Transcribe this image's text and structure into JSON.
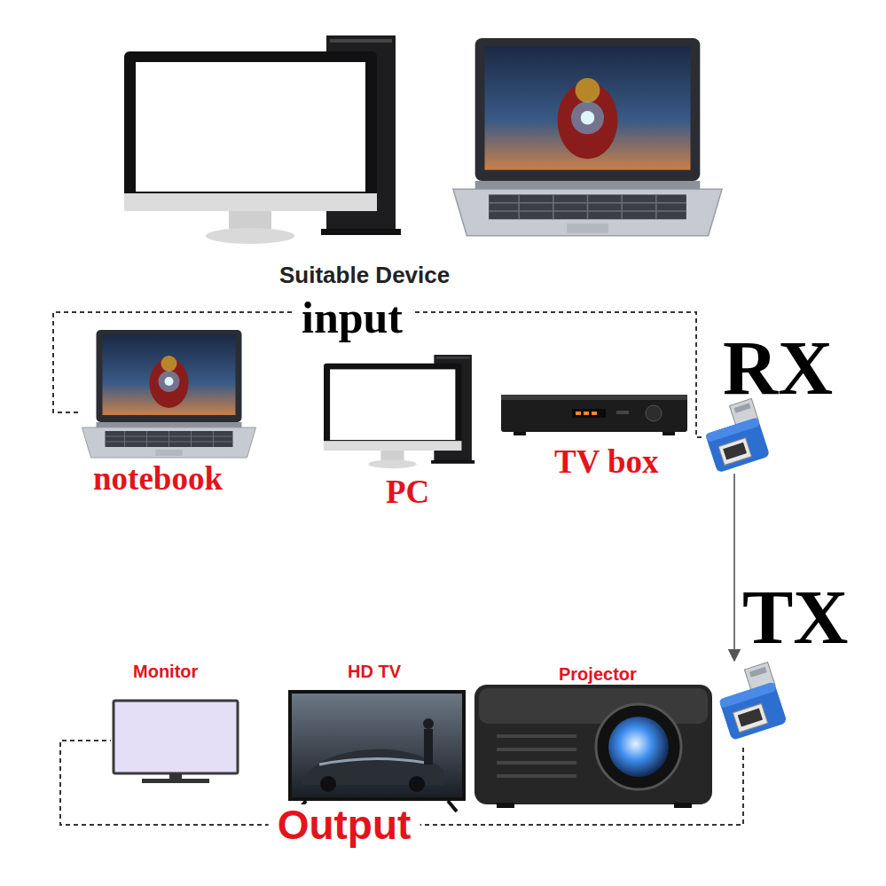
{
  "diagram": {
    "nodes": [
      {
        "text": [
          "notebook"
        ]
      },
      {
        "text": [
          "PC"
        ]
      },
      {
        "text": [
          "TV box"
        ]
      },
      {
        "text": [
          "RX"
        ]
      },
      {
        "text": [
          "TX"
        ]
      },
      {
        "text": [
          "Monitor"
        ]
      },
      {
        "text": [
          "HD TV"
        ]
      },
      {
        "text": [
          "Projector"
        ]
      }
    ],
    "edges": [
      {
        "from": 0,
        "to": 3,
        "label": "input",
        "arrow": "none"
      },
      {
        "from": 3,
        "to": 4,
        "arrow": "to"
      },
      {
        "from": 4,
        "to": 5,
        "label": "Output",
        "arrow": "none"
      }
    ],
    "labels": [
      "Suitable Device"
    ]
  }
}
